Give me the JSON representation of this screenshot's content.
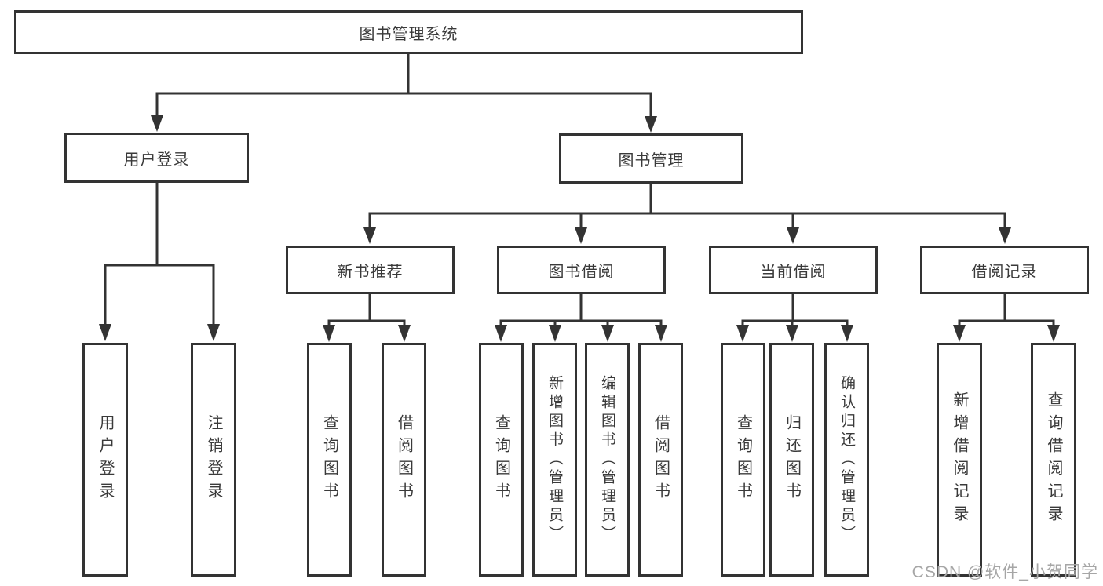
{
  "tree": {
    "label": "图书管理系统",
    "children": [
      {
        "label": "用户登录",
        "children": [
          {
            "label": "用户登录"
          },
          {
            "label": "注销登录"
          }
        ]
      },
      {
        "label": "图书管理",
        "children": [
          {
            "label": "新书推荐",
            "children": [
              {
                "label": "查询图书"
              },
              {
                "label": "借阅图书"
              }
            ]
          },
          {
            "label": "图书借阅",
            "children": [
              {
                "label": "查询图书"
              },
              {
                "label": "新增图书（管理员）"
              },
              {
                "label": "编辑图书（管理员）"
              },
              {
                "label": "借阅图书"
              }
            ]
          },
          {
            "label": "当前借阅",
            "children": [
              {
                "label": "查询图书"
              },
              {
                "label": "归还图书"
              },
              {
                "label": "确认归还（管理员）"
              }
            ]
          },
          {
            "label": "借阅记录",
            "children": [
              {
                "label": "新增借阅记录"
              },
              {
                "label": "查询借阅记录"
              }
            ]
          }
        ]
      }
    ]
  },
  "watermark": "CSDN @软件_小贺同学",
  "colors": {
    "line": "#333333",
    "text": "#3a3a3a",
    "watermark": "#a6a6a6",
    "background": "#ffffff"
  }
}
